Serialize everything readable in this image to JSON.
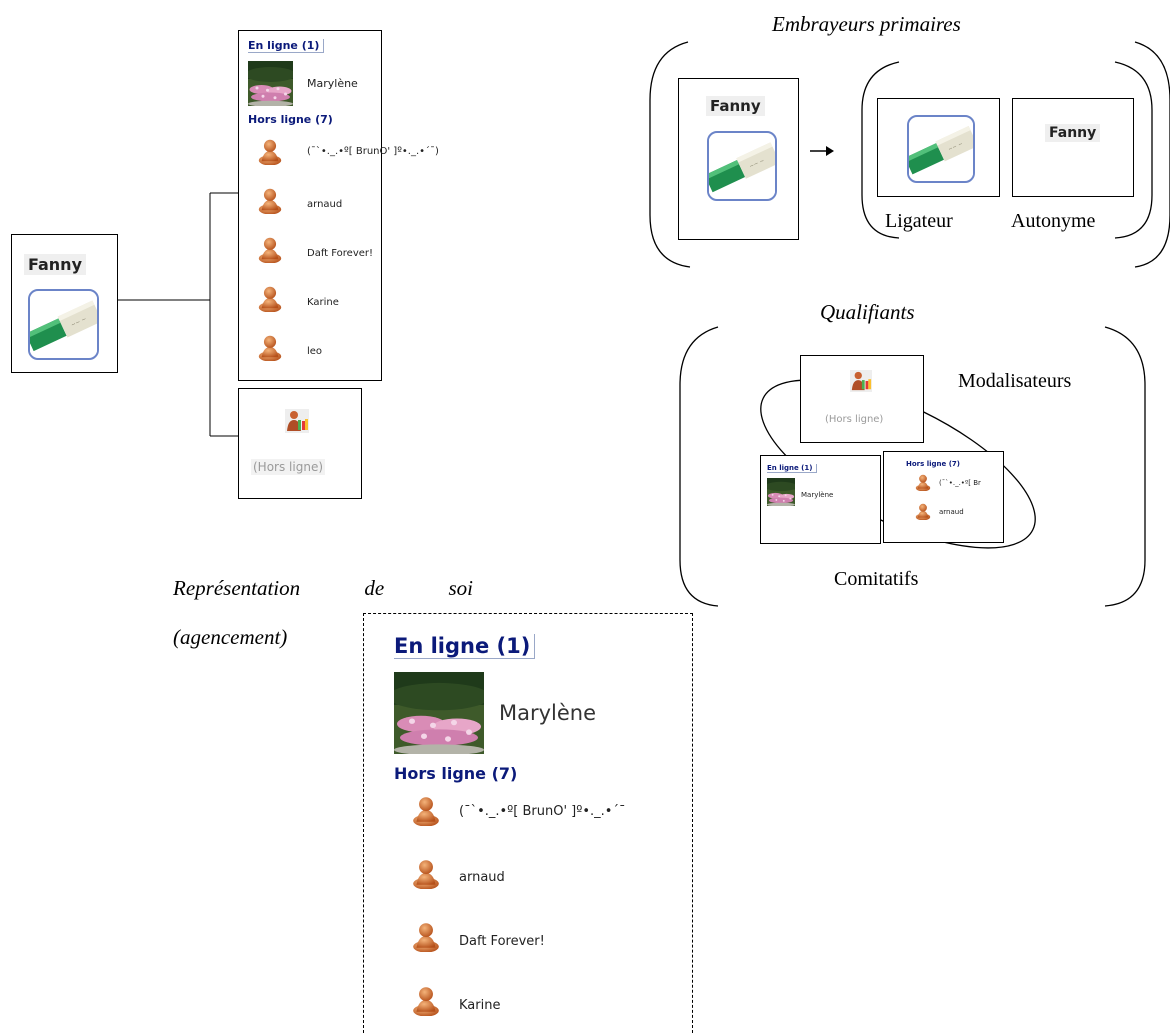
{
  "fanny": {
    "name": "Fanny",
    "avatar_icon": "pencil-avatar-icon"
  },
  "contacts": {
    "online_header": "En ligne (1)",
    "online": [
      {
        "name": "Marylène",
        "icon": "flower-photo-icon"
      }
    ],
    "offline_header": "Hors ligne (7)",
    "offline": [
      {
        "name": "(¯`•._.•º[ BrunO' ]º•._.•´¯)",
        "icon": "user-icon"
      },
      {
        "name": "arnaud",
        "icon": "user-icon"
      },
      {
        "name": "Daft Forever!",
        "icon": "user-icon"
      },
      {
        "name": "Karine",
        "icon": "user-icon"
      },
      {
        "name": "leo",
        "icon": "user-icon"
      }
    ]
  },
  "status": {
    "label": "(Hors ligne)",
    "icon": "presence-icon"
  },
  "embrayeurs": {
    "title": "Embrayeurs primaires",
    "ligateur": "Ligateur",
    "autonyme": "Autonyme",
    "arrow": "→"
  },
  "qualifiants": {
    "title": "Qualifiants",
    "modalisateurs": "Modalisateurs",
    "comitatifs": "Comitatifs",
    "mini_online_name": "Marylène",
    "mini_offline_first": "(¯`•._.•º[ Br",
    "mini_offline_second": "arnaud"
  },
  "representation": {
    "title": "Représentation de soi",
    "title_line2": "(agencement)",
    "zoom_offline_first": "(¯`•._.•º[ BrunO' ]º•._.•´¯",
    "zoom_offline_last": "Karine"
  },
  "colors": {
    "header_blue": "#0b1a7a",
    "user_orange": "#d2691e"
  }
}
